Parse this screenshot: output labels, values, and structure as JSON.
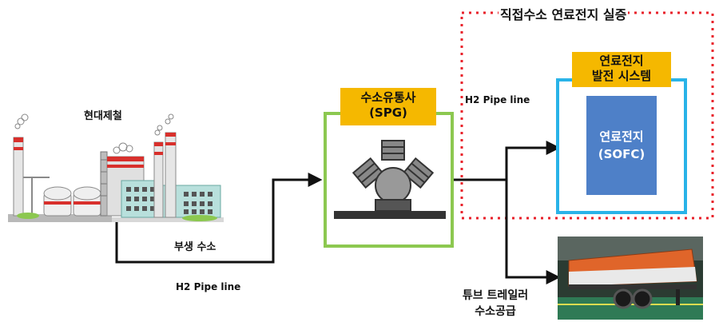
{
  "title": "직접수소 연료전지 실증",
  "colors": {
    "red_dotted": "#e8202a",
    "green_border": "#8cc850",
    "blue_border": "#29b3e8",
    "yellow_label": "#f5b800",
    "sofc_fill": "#4e80c8"
  },
  "nodes": {
    "steel_plant": "현대제철",
    "spg_line1": "수소유통사",
    "spg_line2": "(SPG)",
    "fc_system_line1": "연료전지",
    "fc_system_line2": "발전 시스템",
    "sofc_line1": "연료전지",
    "sofc_line2": "(SOFC)",
    "tube_trailer_line1": "튜브 트레일러",
    "tube_trailer_line2": "수소공급"
  },
  "edges": {
    "byproduct": "부생 수소",
    "pipe_bottom": "H2 Pipe line",
    "pipe_top": "H2 Pipe line"
  },
  "icons": [
    "factory-icon",
    "compressor-icon",
    "trailer-photo"
  ]
}
